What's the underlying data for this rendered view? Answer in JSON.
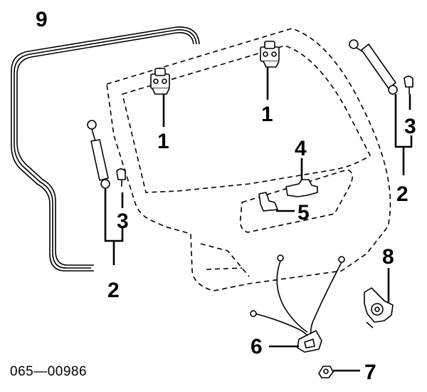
{
  "diagram": {
    "catalog_code": "065—00986",
    "callouts": [
      {
        "id": "c9",
        "text": "9"
      },
      {
        "id": "c1a",
        "text": "1"
      },
      {
        "id": "c1b",
        "text": "1"
      },
      {
        "id": "c2a",
        "text": "2"
      },
      {
        "id": "c3a",
        "text": "3"
      },
      {
        "id": "c2b",
        "text": "2"
      },
      {
        "id": "c3b",
        "text": "3"
      },
      {
        "id": "c4",
        "text": "4"
      },
      {
        "id": "c5",
        "text": "5"
      },
      {
        "id": "c6",
        "text": "6"
      },
      {
        "id": "c7",
        "text": "7"
      },
      {
        "id": "c8",
        "text": "8"
      }
    ]
  }
}
